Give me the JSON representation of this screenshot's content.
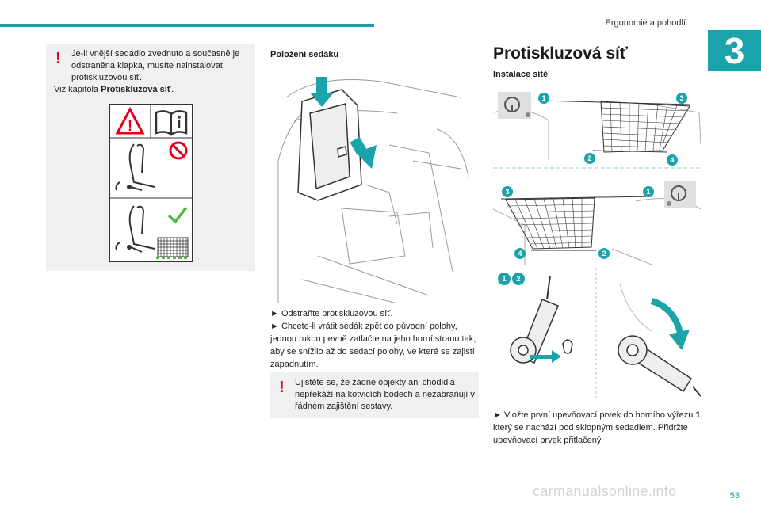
{
  "header": {
    "section_title": "Ergonomie a pohodlí",
    "chapter_number": "3",
    "page_number": "53"
  },
  "col1": {
    "warning_line1": "Je-li vnější sedadlo zvednuto a současně je odstraněna klapka, musíte nainstalovat protiskluzovou síť.",
    "warning_line2_prefix": "Viz kapitola ",
    "warning_line2_bold": "Protiskluzová síť",
    "warning_line2_suffix": "."
  },
  "col2": {
    "heading": "Položení sedáku",
    "step1": "► Odstraňte protiskluzovou síť.",
    "step2": "► Chcete-li vrátit sedák zpět do původní polohy, jednou rukou pevně zatlačte na jeho horní stranu tak, aby se snížilo až do sedací polohy, ve které se zajistí zapadnutím.",
    "warning": "Ujistěte se, že žádné objekty ani chodidla nepřekáží na kotvicích bodech a nezabraňují v řádném zajištění sestavy."
  },
  "col3": {
    "title": "Protiskluzová síť",
    "subheading": "Instalace sítě",
    "callouts": [
      "1",
      "2",
      "3",
      "4"
    ],
    "step1_prefix": "► Vložte první upevňovací prvek do horního výřezu ",
    "step1_bold": "1",
    "step1_suffix": ", který se nachází pod sklopným sedadlem. Přidržte upevňovací prvek přitlačený"
  },
  "footer": {
    "watermark": "carmanualsonline.info"
  },
  "colors": {
    "accent": "#1aa3a8",
    "warning": "#e4001b",
    "box_bg": "#eef0f2"
  }
}
